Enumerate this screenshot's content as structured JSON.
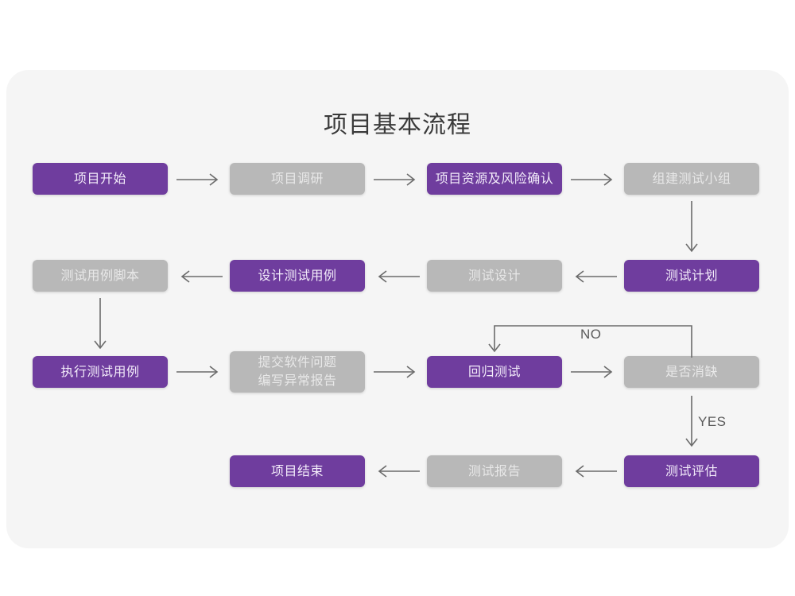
{
  "diagram": {
    "title": "项目基本流程",
    "card_bg": "#f5f5f5",
    "page_bg": "#ffffff",
    "accent_purple": "#6f3d9e",
    "muted_gray": "#b8b8b8",
    "connector_color": "#6b6b6b"
  },
  "nodes": {
    "n1": {
      "label": "项目开始",
      "style": "purple"
    },
    "n2": {
      "label": "项目调研",
      "style": "gray"
    },
    "n3": {
      "label": "项目资源及风险确认",
      "style": "purple"
    },
    "n4": {
      "label": "组建测试小组",
      "style": "gray"
    },
    "n5": {
      "label": "测试计划",
      "style": "purple"
    },
    "n6": {
      "label": "测试设计",
      "style": "gray"
    },
    "n7": {
      "label": "设计测试用例",
      "style": "purple"
    },
    "n8": {
      "label": "测试用例脚本",
      "style": "gray"
    },
    "n9": {
      "label": "执行测试用例",
      "style": "purple"
    },
    "n10": {
      "label": "提交软件问题\n编写异常报告",
      "style": "gray"
    },
    "n11": {
      "label": "回归测试",
      "style": "purple"
    },
    "n12": {
      "label": "是否消缺",
      "style": "gray"
    },
    "n13": {
      "label": "测试评估",
      "style": "purple"
    },
    "n14": {
      "label": "测试报告",
      "style": "gray"
    },
    "n15": {
      "label": "项目结束",
      "style": "purple"
    }
  },
  "edge_labels": {
    "no": "NO",
    "yes": "YES"
  }
}
